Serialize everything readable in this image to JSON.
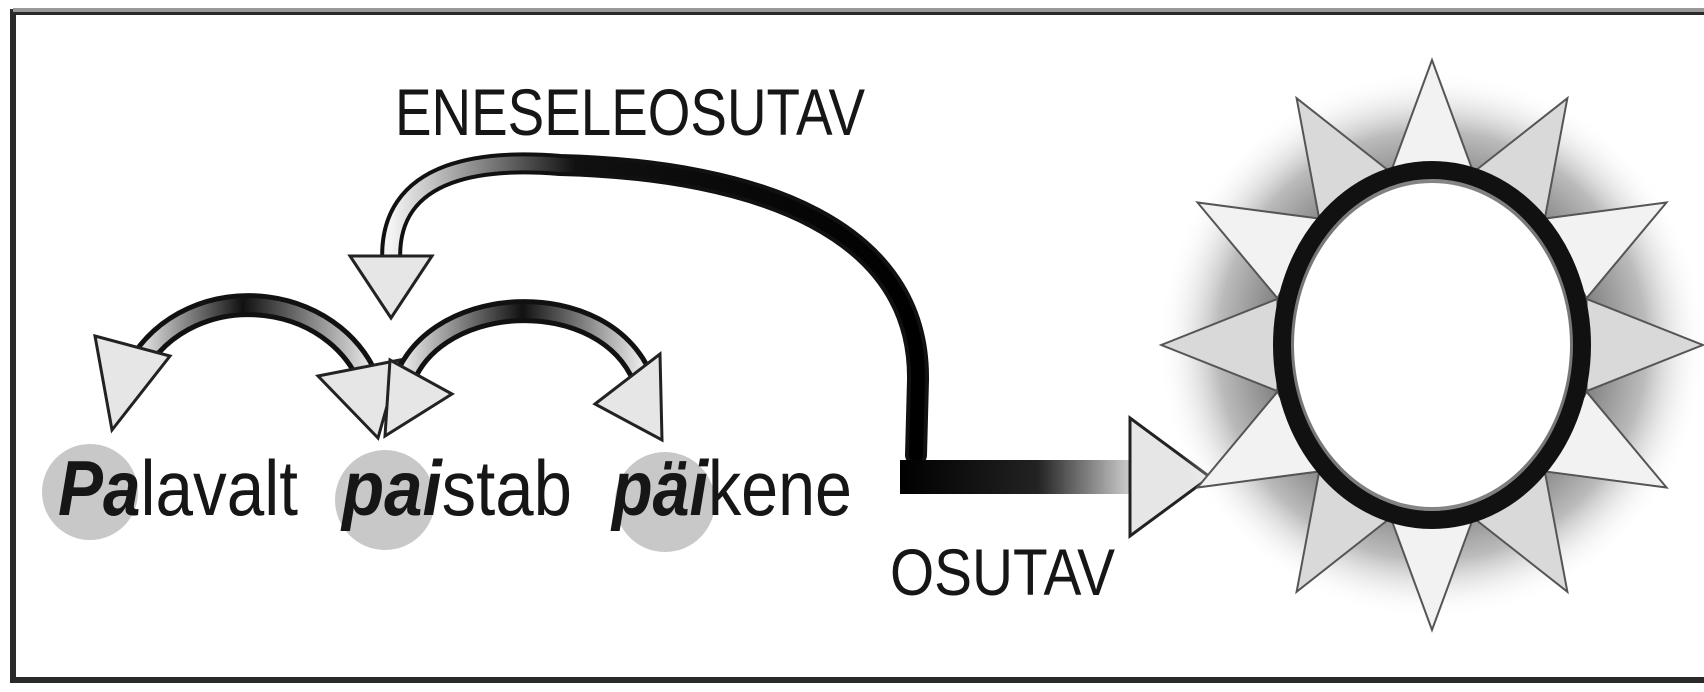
{
  "labels": {
    "top": "ENESELEOSUTAV",
    "bottom": "OSUTAV"
  },
  "words": [
    {
      "prefix": "Pa",
      "rest": "lavalt"
    },
    {
      "prefix": "pai",
      "rest": "stab"
    },
    {
      "prefix": "päi",
      "rest": "kene"
    }
  ],
  "colors": {
    "frame": "#2a2a2a",
    "circle_fill": "#c8c8c8",
    "text": "#161616",
    "arrow_fill": "#e6e6e6"
  },
  "icons": {
    "sun": "sun-icon"
  }
}
